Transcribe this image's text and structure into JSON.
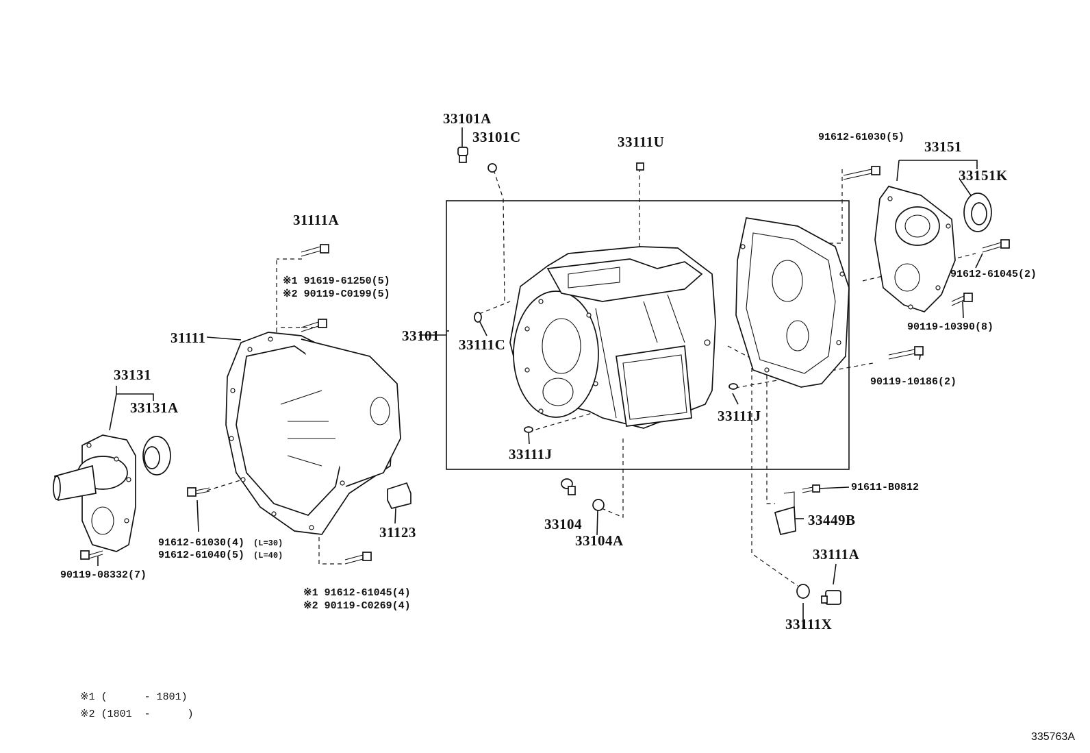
{
  "figure_id": "335763A",
  "labels": {
    "p33101A": "33101A",
    "p33101C": "33101C",
    "p33111U": "33111U",
    "p91612_61030_5": "91612-61030(5)",
    "p33151": "33151",
    "p33151K": "33151K",
    "p31111A": "31111A",
    "p31111": "31111",
    "p33101": "33101",
    "p33111C": "33111C",
    "p91612_61045_2": "91612-61045(2)",
    "p90119_10390_8": "90119-10390(8)",
    "p90119_10186_2": "90119-10186(2)",
    "p33111J_right": "33111J",
    "p33131": "33131",
    "p33131A": "33131A",
    "p33111J_left": "33111J",
    "p91611_B0812": "91611-B0812",
    "p33449B": "33449B",
    "p33104": "33104",
    "p33104A": "33104A",
    "p31123": "31123",
    "p33111A": "33111A",
    "p33111X": "33111X",
    "p90119_08332_7": "90119-08332(7)"
  },
  "bolt_notes_upper": {
    "line1": "※1 91619-61250(5)",
    "line2": "※2 90119-C0199(5)"
  },
  "bolt_notes_lower": {
    "line1": "※1 91612-61045(4)",
    "line2": "※2 90119-C0269(4)"
  },
  "bolt_lengths": {
    "line1": "91612-61030(4)",
    "line1_note": "(L=30)",
    "line2": "91612-61040(5)",
    "line2_note": "(L=40)"
  },
  "footnotes": {
    "note1": "※1 (      - 1801)",
    "note2": "※2 (1801  -      )"
  }
}
